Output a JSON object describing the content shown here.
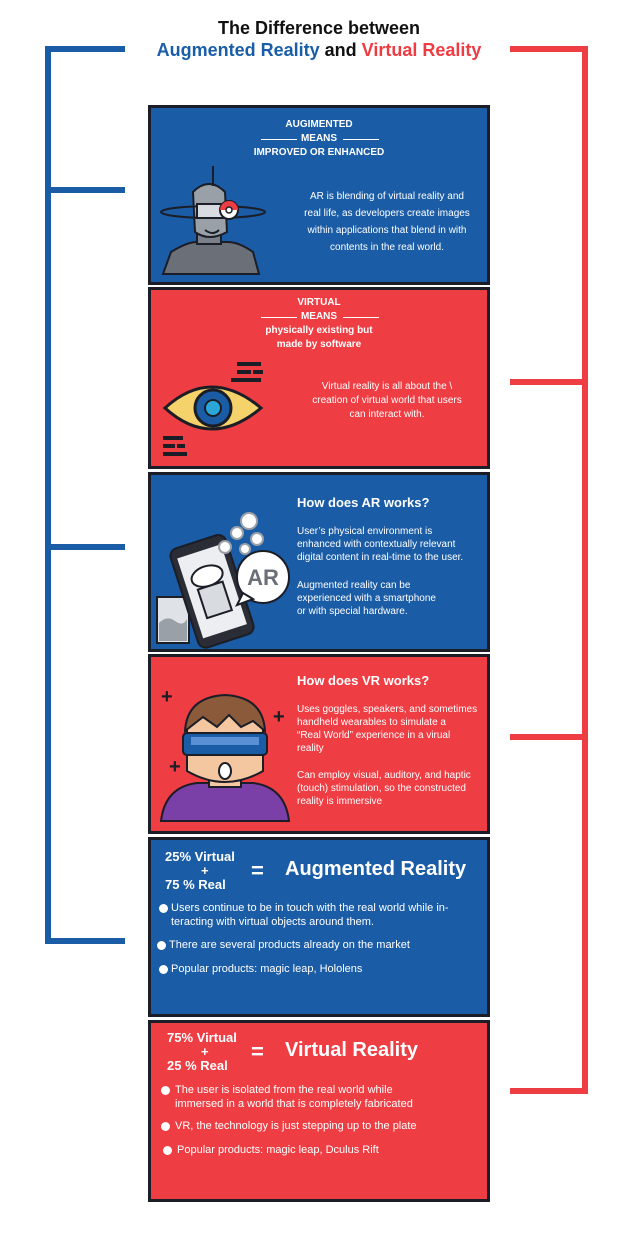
{
  "header": {
    "title_line1": "The Difference between",
    "ar": "Augmented Reality",
    "and": "and",
    "vr": "Virtual Reality"
  },
  "colors": {
    "blue": "#1a5ca6",
    "red": "#ee3d43",
    "dark": "#1b1d27"
  },
  "panel_ar_def": {
    "heading1": "AUGIMENTED",
    "heading2": "MEANS",
    "heading3": "IMPROVED  OR  ENHANCED",
    "body": [
      "AR is blending of virtual reality and",
      "real life, as developers create images",
      "within applications that blend in with",
      "contents in the real world."
    ],
    "icon": "robot-with-ar-glasses-icon"
  },
  "panel_vr_def": {
    "heading1": "VIRTUAL",
    "heading2": "MEANS",
    "heading3": "physically existing but",
    "heading4": "made by software",
    "body": [
      "Virtual reality is all about the \\",
      "creation of virtual world that users",
      "can interact with."
    ],
    "icon": "cyber-eye-icon"
  },
  "panel_ar_how": {
    "title": "How does AR works?",
    "para1": [
      "User’s physical environment is",
      "enhanced with contextually relevant",
      "digital content in real-time to the user."
    ],
    "para2": [
      "Augmented reality can be",
      "experienced with a smartphone",
      "or with special hardware."
    ],
    "icon": "smartphone-ar-icon",
    "icon_text": "AR"
  },
  "panel_vr_how": {
    "title": "How does VR works?",
    "para1": [
      "Uses goggles, speakers, and sometimes",
      "handheld wearables to simulate a",
      "“Real World”  experience in a virual",
      "reality"
    ],
    "para2": [
      "Can employ visual, auditory, and haptic",
      "(touch) stimulation, so the constructed",
      "reality is immersive"
    ],
    "icon": "person-with-vr-headset-icon"
  },
  "panel_ar_eq": {
    "line1": "25% Virtual",
    "plus": "+",
    "line2": "75  %  Real",
    "equals": "=",
    "result": "Augmented Reality",
    "bullets": [
      "Users continue to be in touch with the real world while in-",
      "teracting with virtual objects around them.",
      "There are several products already  on the market",
      "Popular products: magic leap, Hololens"
    ]
  },
  "panel_vr_eq": {
    "line1": "75% Virtual",
    "plus": "+",
    "line2": "25  %  Real",
    "equals": "=",
    "result": "Virtual Reality",
    "bullets": [
      "The user is isolated from the real world while",
      "immersed in a world that is completely fabricated",
      "VR, the technology is just stepping up  to the plate",
      "Popular products: magic leap, Dculus Rift"
    ]
  }
}
